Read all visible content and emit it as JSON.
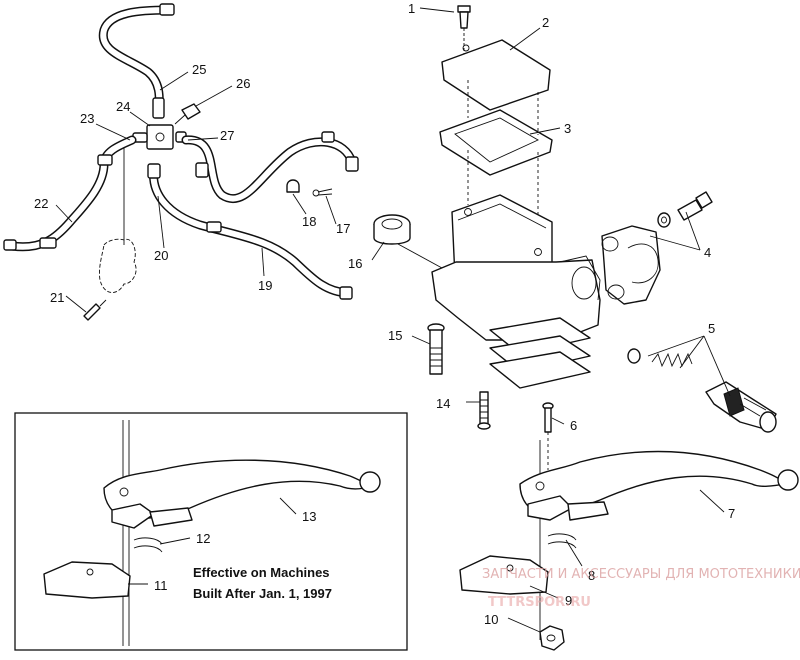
{
  "callouts": {
    "n1": "1",
    "n2": "2",
    "n3": "3",
    "n4": "4",
    "n5": "5",
    "n6": "6",
    "n7": "7",
    "n8": "8",
    "n9": "9",
    "n10": "10",
    "n11": "11",
    "n12": "12",
    "n13": "13",
    "n14": "14",
    "n15": "15",
    "n16": "16",
    "n17": "17",
    "n18": "18",
    "n19": "19",
    "n20": "20",
    "n21": "21",
    "n22": "22",
    "n23": "23",
    "n24": "24",
    "n25": "25",
    "n26": "26",
    "n27": "27"
  },
  "inset_note": {
    "line1": "Effective on Machines",
    "line2": "Built After Jan. 1, 1997"
  },
  "watermark": {
    "caption": "ЗАПЧАСТИ И АКСЕССУАРЫ ДЛЯ МОТОТЕХНИКИ",
    "site": "TTTRSPOR.RU"
  },
  "colors": {
    "ink": "#111111",
    "watermark": "#e9a5a5"
  }
}
